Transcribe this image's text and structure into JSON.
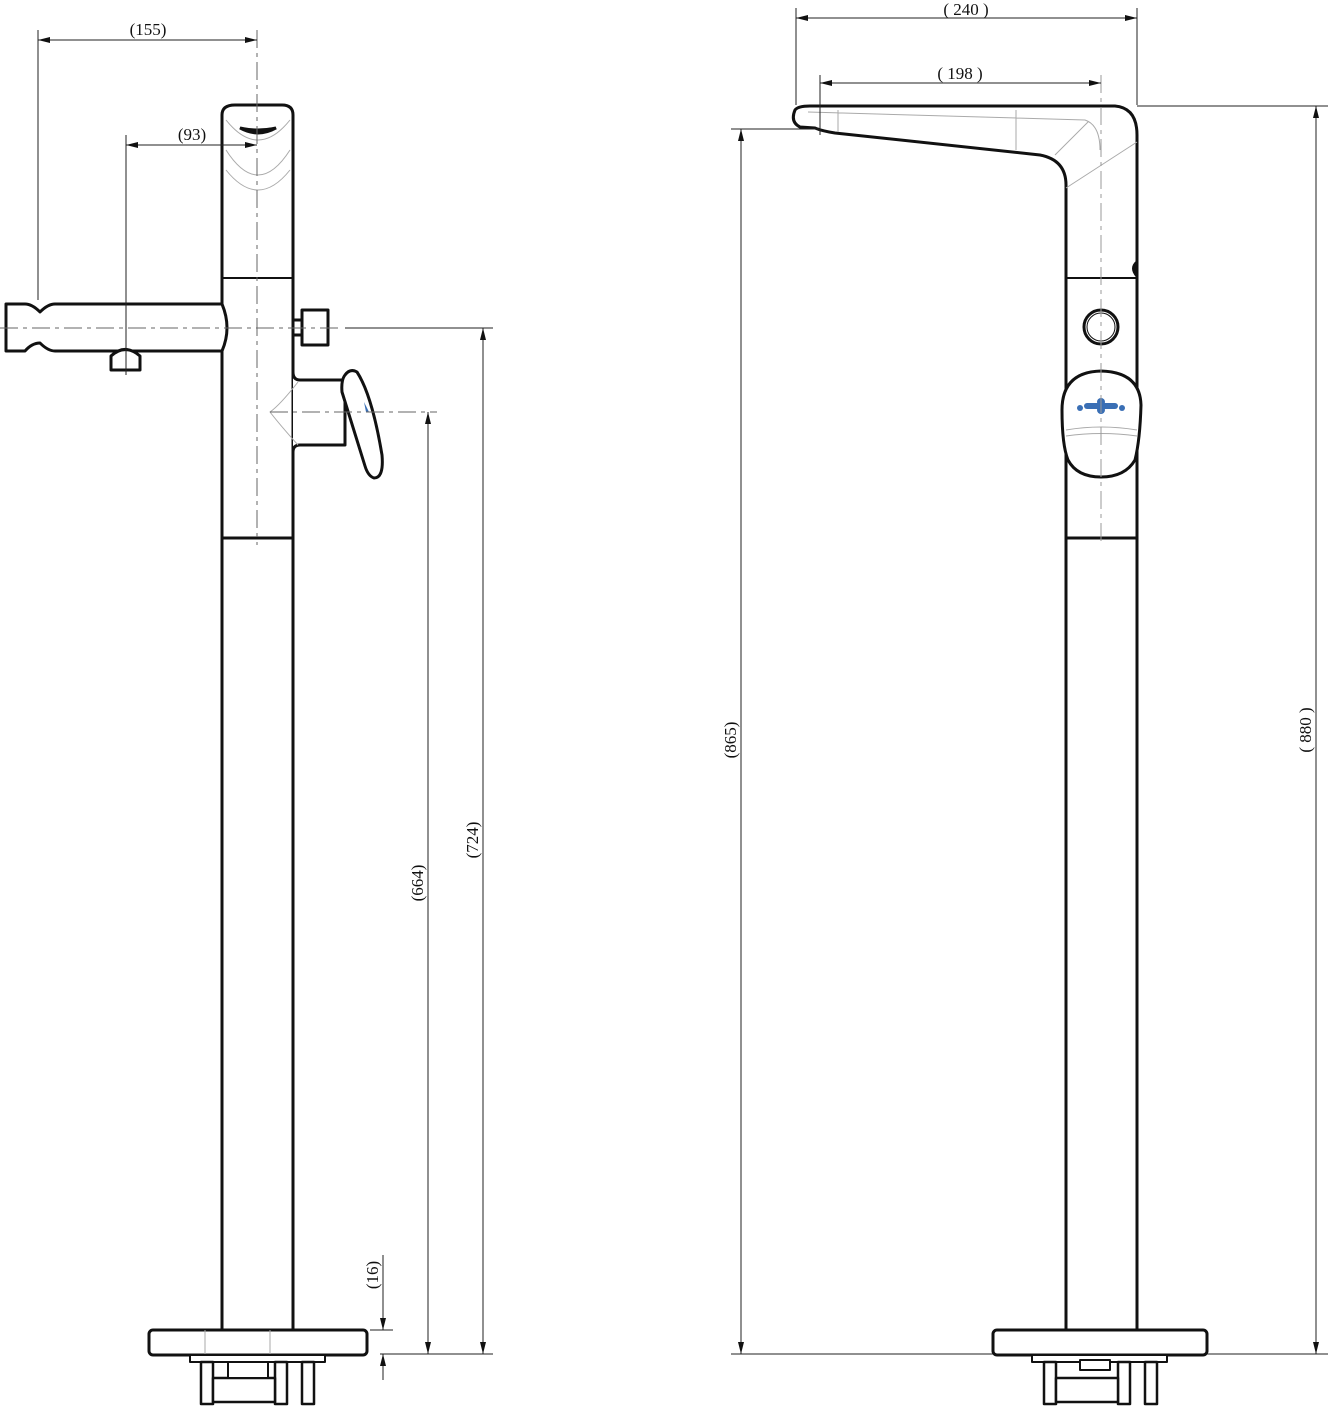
{
  "drawing": {
    "side_view": {
      "dimensions": {
        "spout_reach": "(155)",
        "aerator_offset": "(93)",
        "spout_height": "(724)",
        "lever_height": "(664)",
        "base_thickness": "(16)"
      }
    },
    "front_view": {
      "dimensions": {
        "overall_width": "( 240 )",
        "spout_projection": "( 198 )",
        "outlet_height": "(865)",
        "overall_height": "( 880 )"
      }
    },
    "colors": {
      "outline": "#111111",
      "hidden_line": "#aaaaaa",
      "highlight": "#3a6fb5"
    }
  }
}
